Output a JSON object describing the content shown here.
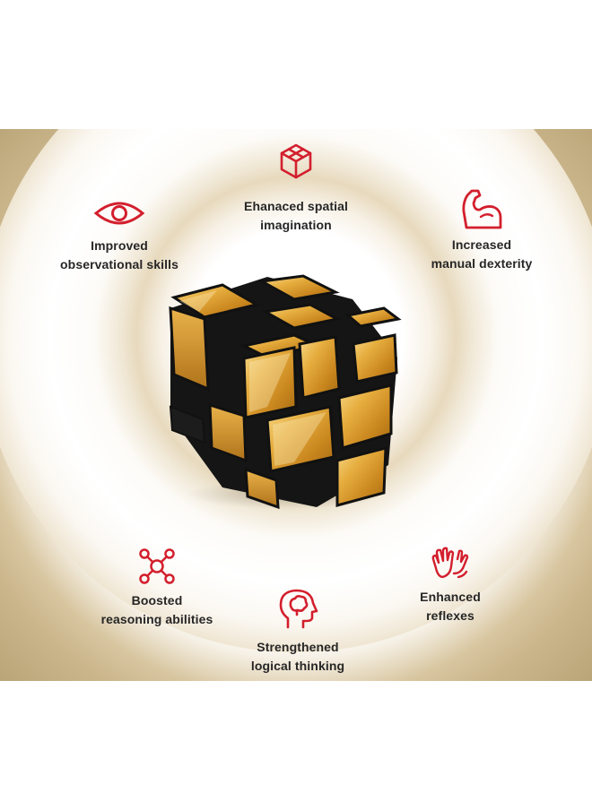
{
  "features": {
    "spatial": {
      "icon": "cube-icon",
      "line1": "Ehanaced spatial",
      "line2": "imagination"
    },
    "observational": {
      "icon": "eye-icon",
      "line1": "Improved",
      "line2": "observational skills"
    },
    "dexterity": {
      "icon": "flexed-arm-icon",
      "line1": "Increased",
      "line2": "manual dexterity"
    },
    "reasoning": {
      "icon": "network-nodes-icon",
      "line1": "Boosted",
      "line2": "reasoning abilities"
    },
    "reflexes": {
      "icon": "waving-hands-icon",
      "line1": "Enhanced",
      "line2": "reflexes"
    },
    "logical": {
      "icon": "head-brain-icon",
      "line1": "Strengthened",
      "line2": "logical thinking"
    }
  },
  "product_image": {
    "subject": "gold mirror cube puzzle"
  },
  "colors": {
    "icon_red": "#d31f2d",
    "text": "#262626",
    "cube_gold": "#e2a83a",
    "cube_body": "#151515"
  }
}
